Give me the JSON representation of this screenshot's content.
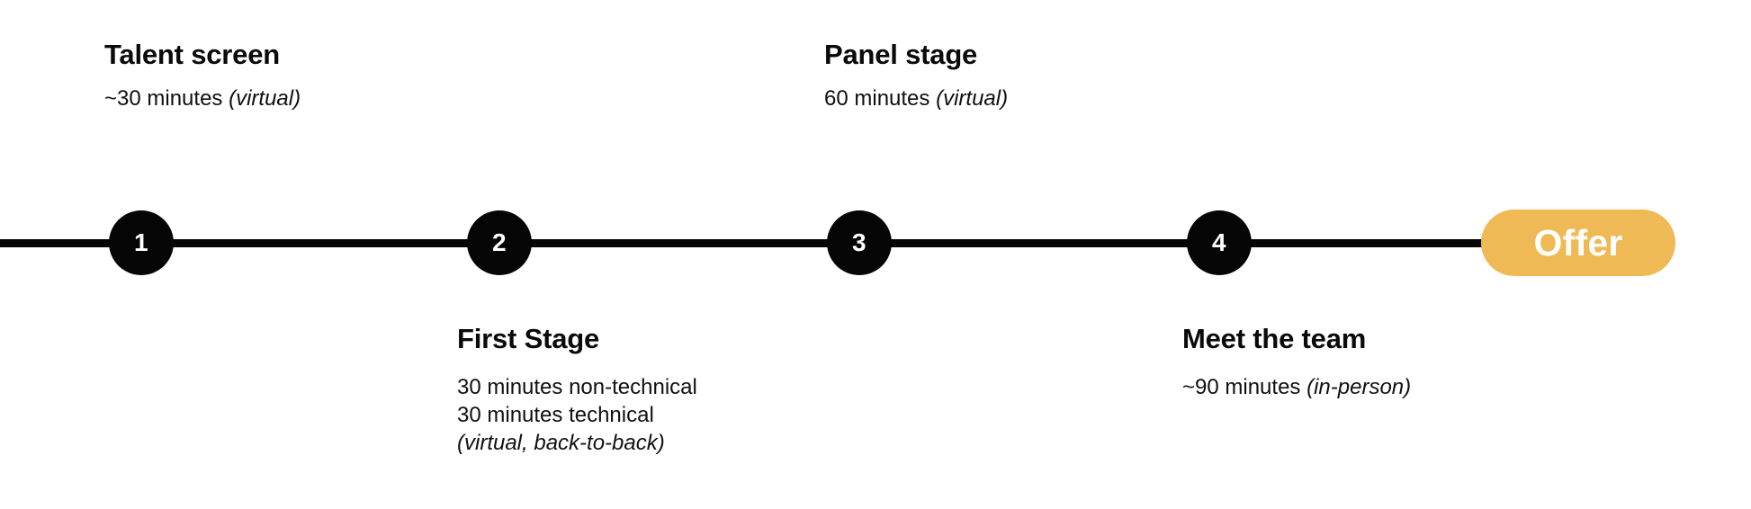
{
  "diagram": {
    "type": "interview-process-timeline",
    "colors": {
      "rail": "#050505",
      "node": "#050505",
      "node_text": "#ffffff",
      "offer_pill": "#efba55",
      "offer_text": "#ffffff",
      "background": "#ffffff",
      "text": "#0a0a0a"
    },
    "nodes": [
      {
        "number": "1",
        "label": "node-1"
      },
      {
        "number": "2",
        "label": "node-2"
      },
      {
        "number": "3",
        "label": "node-3"
      },
      {
        "number": "4",
        "label": "node-4"
      }
    ],
    "offer": {
      "label": "Offer"
    },
    "stages": [
      {
        "id": "talent-screen",
        "position": "above",
        "title": "Talent screen",
        "lines": [
          {
            "text": "~30 minutes ",
            "emphasis": "(virtual)"
          }
        ]
      },
      {
        "id": "first-stage",
        "position": "below",
        "title": "First Stage",
        "lines": [
          {
            "text": "30 minutes non-technical",
            "emphasis": ""
          },
          {
            "text": "30 minutes technical",
            "emphasis": ""
          },
          {
            "text": "",
            "emphasis": "(virtual, back-to-back)"
          }
        ]
      },
      {
        "id": "panel-stage",
        "position": "above",
        "title": "Panel stage",
        "lines": [
          {
            "text": "60 minutes ",
            "emphasis": "(virtual)"
          }
        ]
      },
      {
        "id": "meet-the-team",
        "position": "below",
        "title": "Meet the team",
        "lines": [
          {
            "text": "~90 minutes ",
            "emphasis": "(in-person)"
          }
        ]
      }
    ]
  }
}
